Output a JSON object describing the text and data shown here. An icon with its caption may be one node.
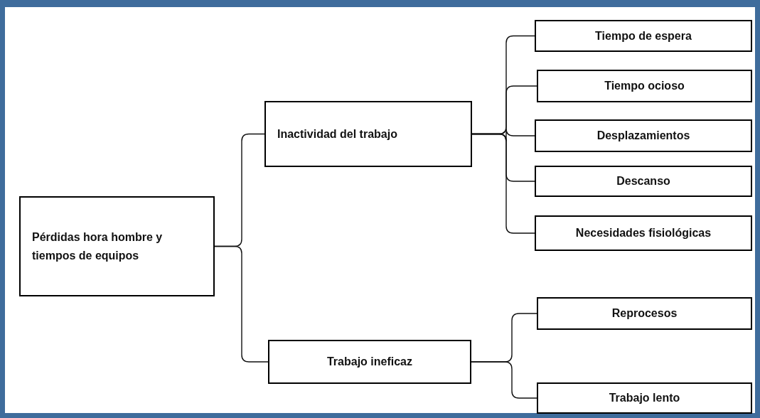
{
  "diagram": {
    "nodes": [
      {
        "text": [
          "Pérdidas hora hombre y tiempos de equipos"
        ]
      },
      {
        "text": [
          "Inactividad del trabajo"
        ]
      },
      {
        "text": [
          "Tiempo de espera"
        ]
      },
      {
        "text": [
          "Tiempo ocioso"
        ]
      },
      {
        "text": [
          "Desplazamientos"
        ]
      },
      {
        "text": [
          "Descanso"
        ]
      },
      {
        "text": [
          "Necesidades fisiológicas"
        ]
      },
      {
        "text": [
          "Trabajo ineficaz"
        ]
      },
      {
        "text": [
          "Reprocesos"
        ]
      },
      {
        "text": [
          "Trabajo lento"
        ]
      }
    ],
    "edges": [
      {
        "from": 0,
        "to": 1,
        "arrow": "none"
      },
      {
        "from": 0,
        "to": 7,
        "arrow": "none"
      },
      {
        "from": 1,
        "to": 2,
        "arrow": "none"
      },
      {
        "from": 1,
        "to": 3,
        "arrow": "none"
      },
      {
        "from": 1,
        "to": 4,
        "arrow": "none"
      },
      {
        "from": 1,
        "to": 5,
        "arrow": "none"
      },
      {
        "from": 1,
        "to": 6,
        "arrow": "none"
      },
      {
        "from": 7,
        "to": 8,
        "arrow": "none"
      },
      {
        "from": 7,
        "to": 9,
        "arrow": "none"
      }
    ]
  }
}
